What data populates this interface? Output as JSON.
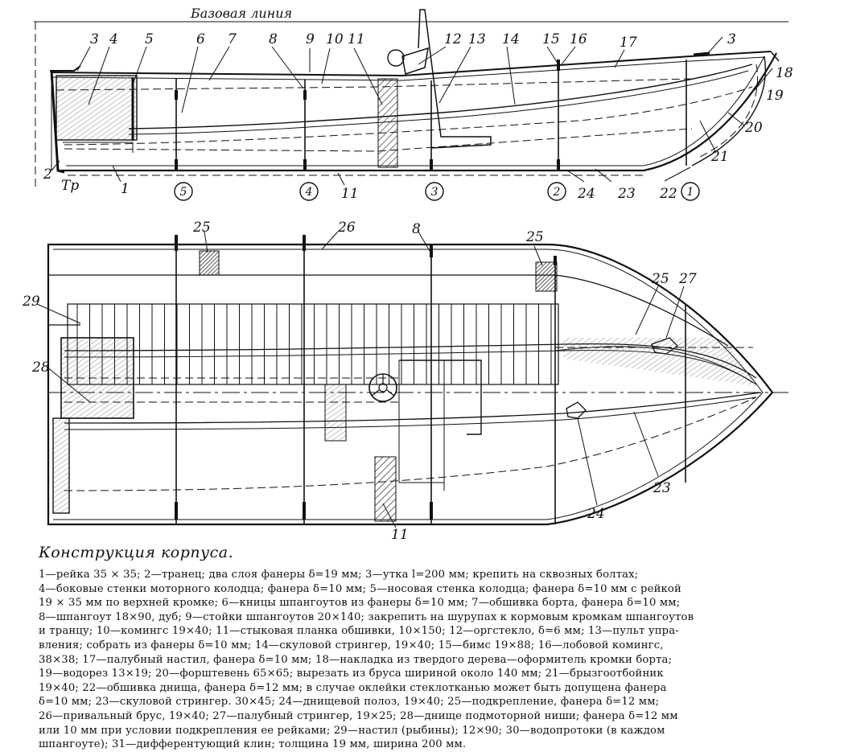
{
  "baseline_label": "Базовая линия",
  "side_view": {
    "callouts": [
      "1",
      "2",
      "3",
      "3",
      "4",
      "5",
      "6",
      "7",
      "8",
      "9",
      "10",
      "11",
      "11",
      "12",
      "13",
      "14",
      "15",
      "16",
      "17",
      "18",
      "19",
      "20",
      "21",
      "22",
      "23",
      "24"
    ],
    "transom_label": "Тр",
    "frame_numbers": [
      "5",
      "4",
      "3",
      "2",
      "1"
    ]
  },
  "plan_view": {
    "callouts": [
      "8",
      "11",
      "23",
      "24",
      "25",
      "25",
      "25",
      "26",
      "27",
      "28",
      "29"
    ]
  },
  "caption": {
    "title": "Конструкция корпуса.",
    "lines": [
      "1—рейка 35 × 35;  2—транец; два слоя фанеры δ=19  мм;  3—утка l=200 мм;  крепить на сквозных болтах;",
      "4—боковые стенки моторного колодца; фанера δ=10 мм; 5—носовая стенка колодца; фанера δ=10 мм с рейкой",
      "19 × 35 мм по верхней кромке; 6—кницы шпангоутов из фанеры δ=10 мм; 7—обшивка борта, фанера δ=10 мм;",
      "8—шпангоут 18×90, дуб; 9—стойки шпангоутов 20×140; закрепить на шурупах к кормовым кромкам шпангоутов",
      "и транцу; 10—комингс 19×40; 11—стыковая планка обшивки, 10×150; 12—оргстекло, δ=6 мм; 13—пульт упра-",
      "вления; собрать из фанеры δ=10 мм;  14—скуловой стрингер,  19×40;  15—бимс 19×88;  16—лобовой комингс,",
      "38×38; 17—палубный настил, фанера δ=10 мм; 18—накладка из твердого дерева—оформитель кромки борта;",
      "19—водорез 13×19;  20—форштевень 65×65;  вырезать из бруса шириной около 140 мм;  21—брызгоотбойник",
      "19×40;  22—обшивка днища,  фанера  δ=12 мм;  в случае оклейки стеклотканью может быть допущена фанера",
      "δ=10 мм; 23—скуловой стрингер. 30×45; 24—днищевой полоз, 19×40; 25—подкрепление, фанера δ=12 мм;",
      "26—привальный брус, 19×40; 27—палубный стрингер, 19×25; 28—днище подмоторной ниши; фанера δ=12 мм",
      "или 10 мм при  условии подкрепления ее рейками; 29—настил (рыбины); 12×90; 30—водопротоки (в каждом",
      "шпангоуте); 31—дифферентующий клин; толщина 19 мм, ширина 200 мм."
    ]
  }
}
